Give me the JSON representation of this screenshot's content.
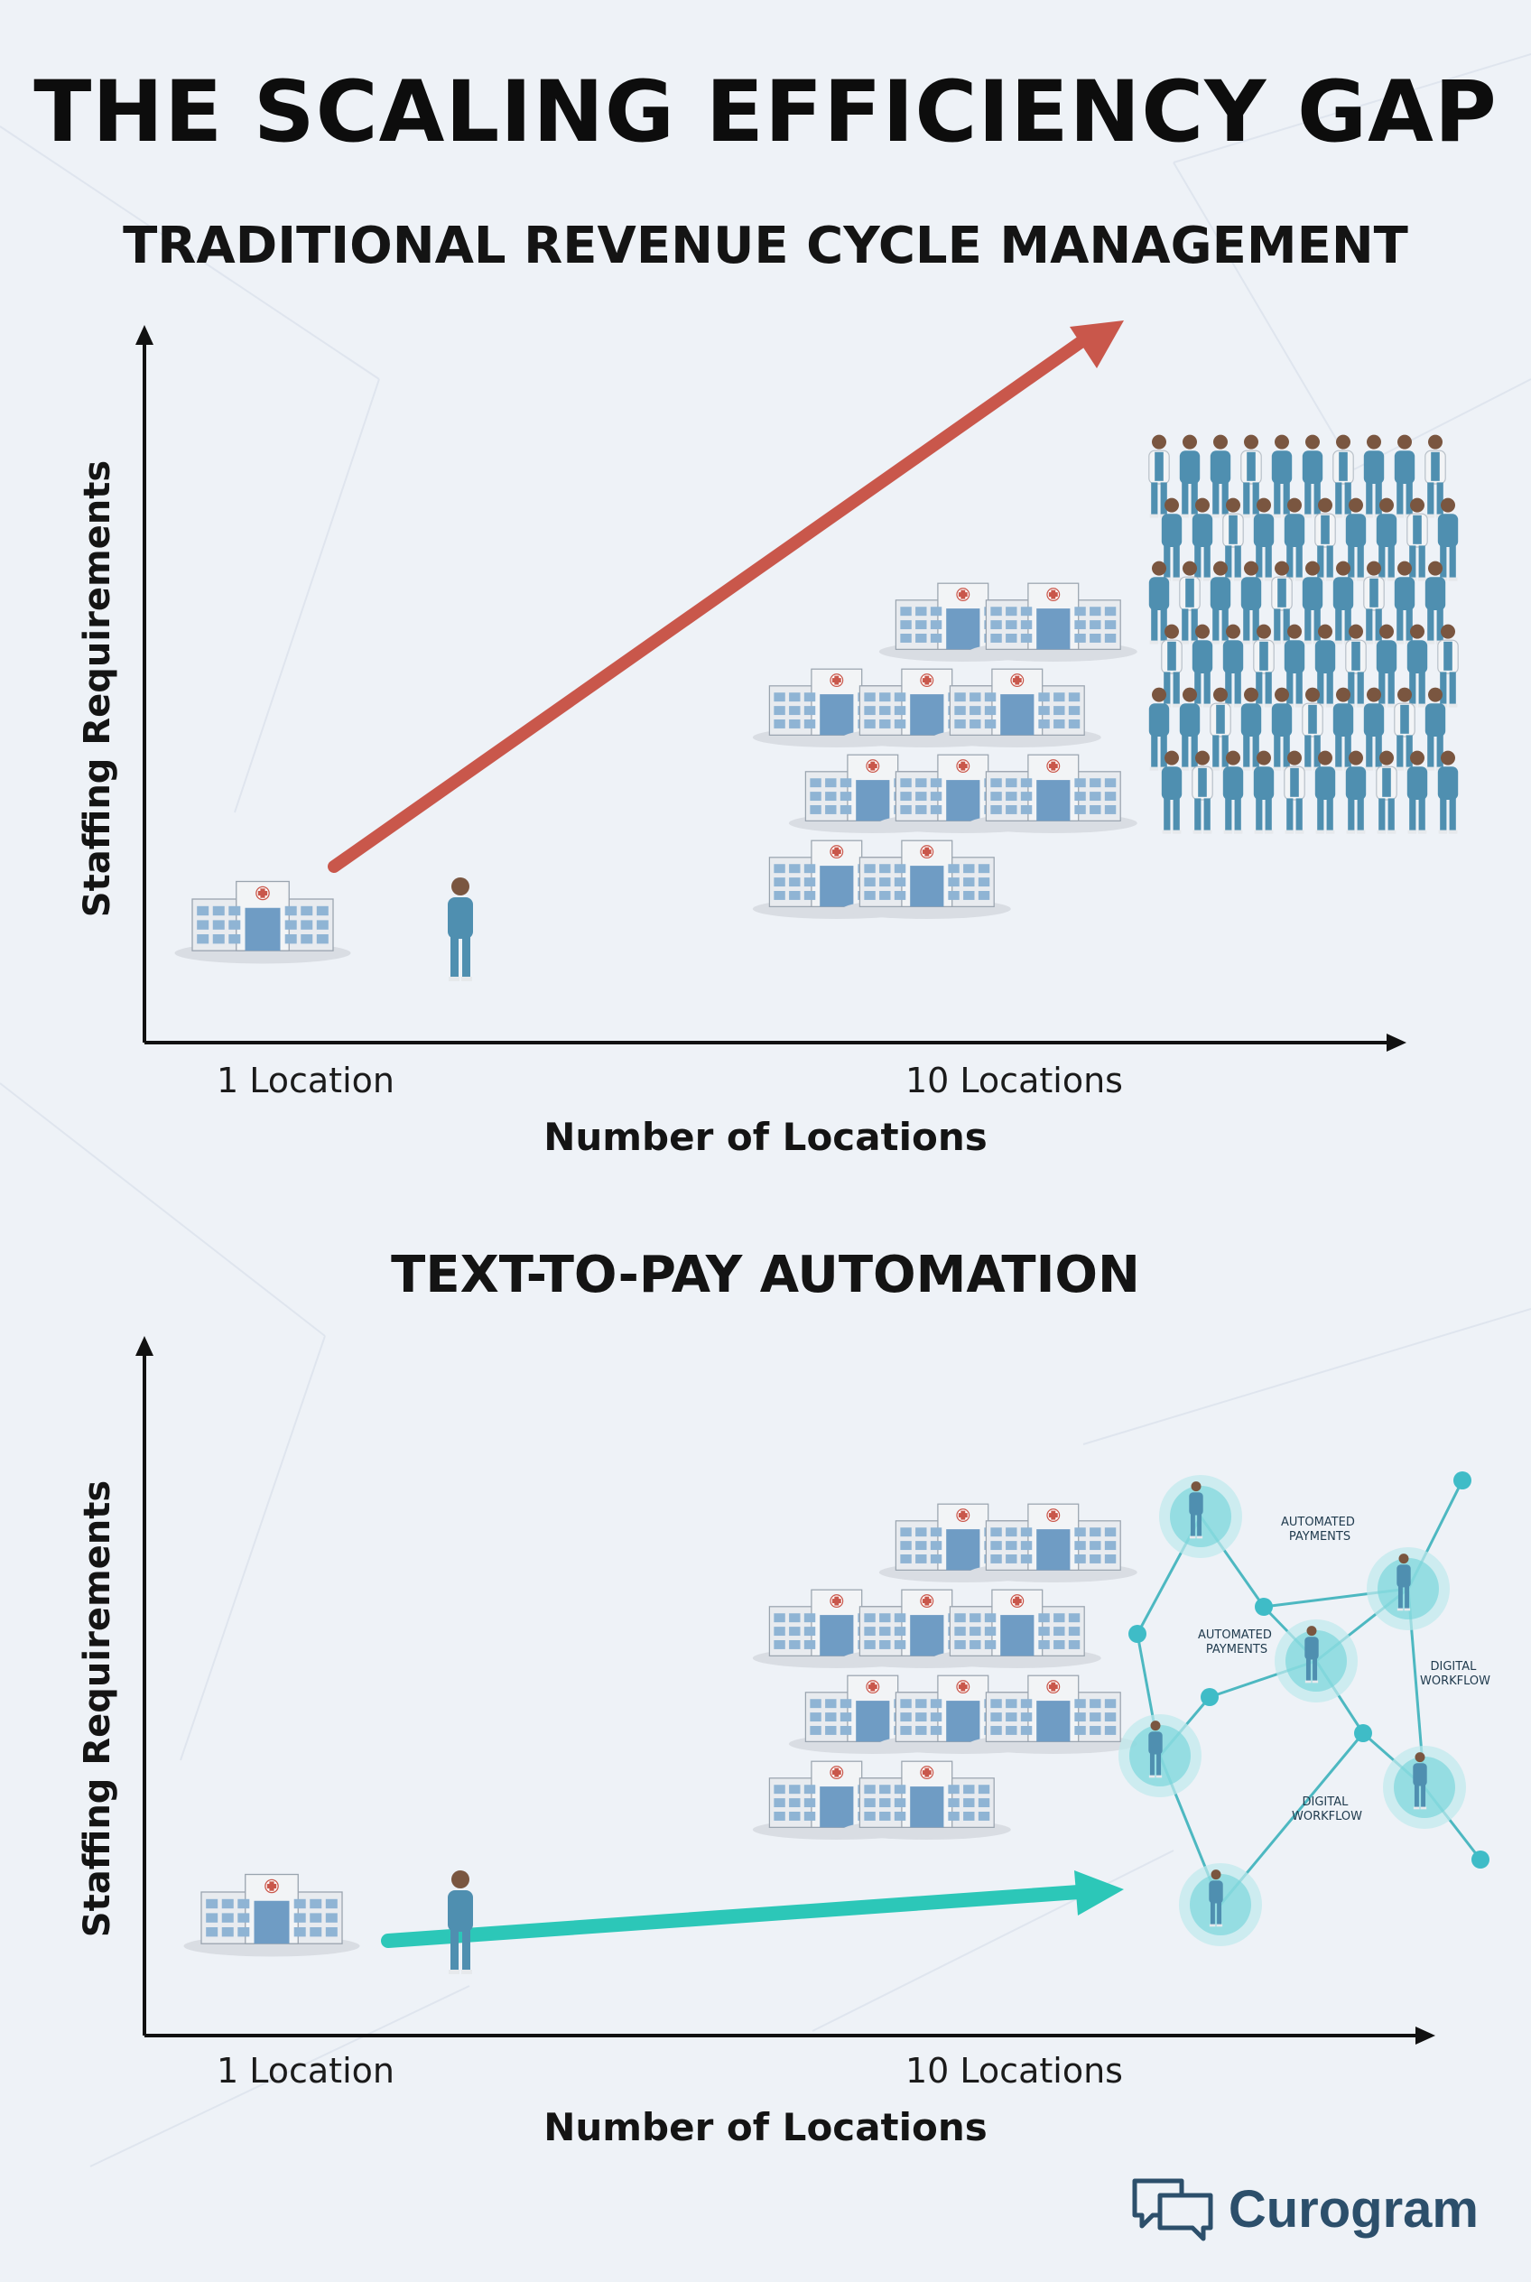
{
  "title": "THE SCALING EFFICIENCY GAP",
  "sections": [
    {
      "title": "TRADITIONAL REVENUE CYCLE MANAGEMENT",
      "ylabel": "Staffing Requirements",
      "xlabel": "Number of Locations",
      "ticks": [
        "1 Location",
        "10 Locations"
      ],
      "trend_color": "#c9574b"
    },
    {
      "title": "TEXT-TO-PAY AUTOMATION",
      "ylabel": "Staffing Requirements",
      "xlabel": "Number of Locations",
      "ticks": [
        "1 Location",
        "10 Locations"
      ],
      "trend_color": "#2cc7b8",
      "network_labels": [
        [
          "AUTOMATED",
          "PAYMENTS"
        ],
        [
          "AUTOMATED",
          "PAYMENTS"
        ],
        [
          "DIGITAL",
          "WORKFLOW"
        ],
        [
          "DIGITAL",
          "WORKFLOW"
        ]
      ]
    }
  ],
  "brand": {
    "name": "Curogram",
    "color": "#2c4f6b"
  },
  "colors": {
    "building": "#8fb4d4",
    "scrubs": "#4f8fb0",
    "coat": "#f2f4f6",
    "network": "#6fd3d8"
  },
  "counts": {
    "buildings_per_cluster": 10,
    "staff_in_crowd": 60
  }
}
